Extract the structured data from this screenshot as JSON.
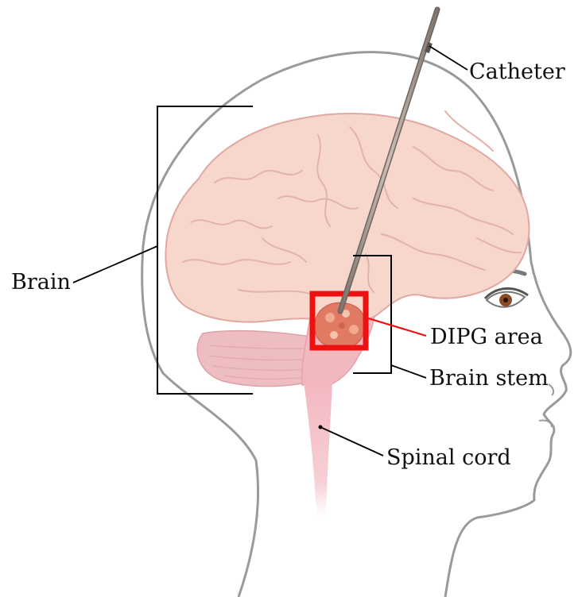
{
  "labels": {
    "catheter": "Catheter",
    "brain": "Brain",
    "dipg_area": "DIPG area",
    "brain_stem": "Brain stem",
    "spinal_cord": "Spinal cord"
  },
  "colors": {
    "head_outline": "#9a9a9a",
    "brain_fill": "#f7d6cc",
    "brain_outline": "#e0a8a2",
    "brain_stem_fill": "#f2b8c0",
    "spinal_cord_fill": "#f5c6cd",
    "cerebellum_fill": "#eebdc2",
    "tumor": "#e07a62",
    "highlight_box": "#ee1111",
    "catheter": "#9b8d85",
    "leader_lines": "#000000",
    "eye_iris": "#8a4a22"
  },
  "icons": {
    "catheter": "catheter-needle",
    "tumor": "dipg-tumor-icon"
  }
}
